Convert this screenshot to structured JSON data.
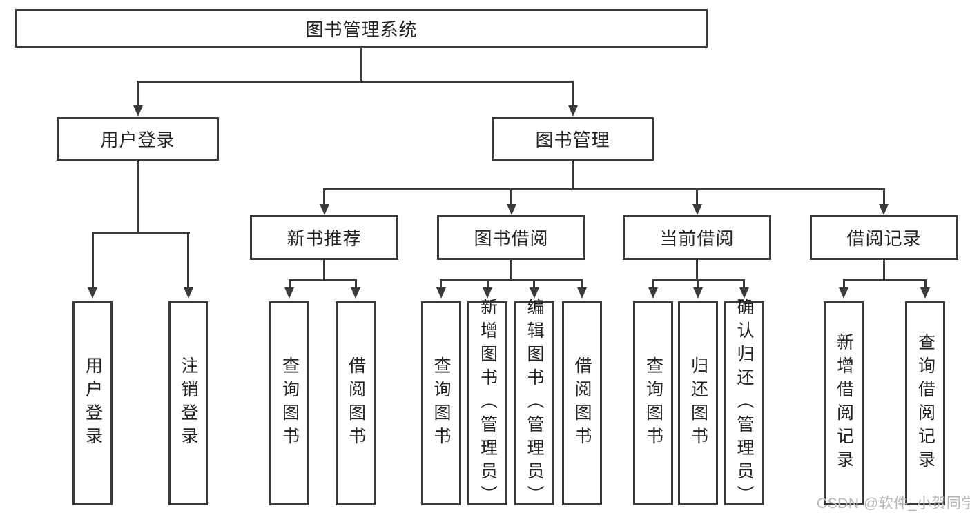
{
  "title": "图书管理系统",
  "watermark": "CSDN @软件_小贺同学",
  "colors": {
    "line": "#3a3a3a",
    "background": "#ffffff",
    "box_fill": "#ffffff",
    "text": "#222222",
    "watermark": "#b5b5b5"
  },
  "chart_type": "tree-diagram",
  "tree": {
    "root": {
      "label": "图书管理系统"
    },
    "branches": [
      {
        "label": "用户登录",
        "children": [
          {
            "label": "用户登录"
          },
          {
            "label": "注销登录"
          }
        ]
      },
      {
        "label": "图书管理",
        "children": [
          {
            "label": "新书推荐",
            "children": [
              {
                "label": "查询图书"
              },
              {
                "label": "借阅图书"
              }
            ]
          },
          {
            "label": "图书借阅",
            "children": [
              {
                "label": "查询图书"
              },
              {
                "label": "新增图书（管理员）"
              },
              {
                "label": "编辑图书（管理员）"
              },
              {
                "label": "借阅图书"
              }
            ]
          },
          {
            "label": "当前借阅",
            "children": [
              {
                "label": "查询图书"
              },
              {
                "label": "归还图书"
              },
              {
                "label": "确认归还（管理员）"
              }
            ]
          },
          {
            "label": "借阅记录",
            "children": [
              {
                "label": "新增借阅记录"
              },
              {
                "label": "查询借阅记录"
              }
            ]
          }
        ]
      }
    ]
  }
}
